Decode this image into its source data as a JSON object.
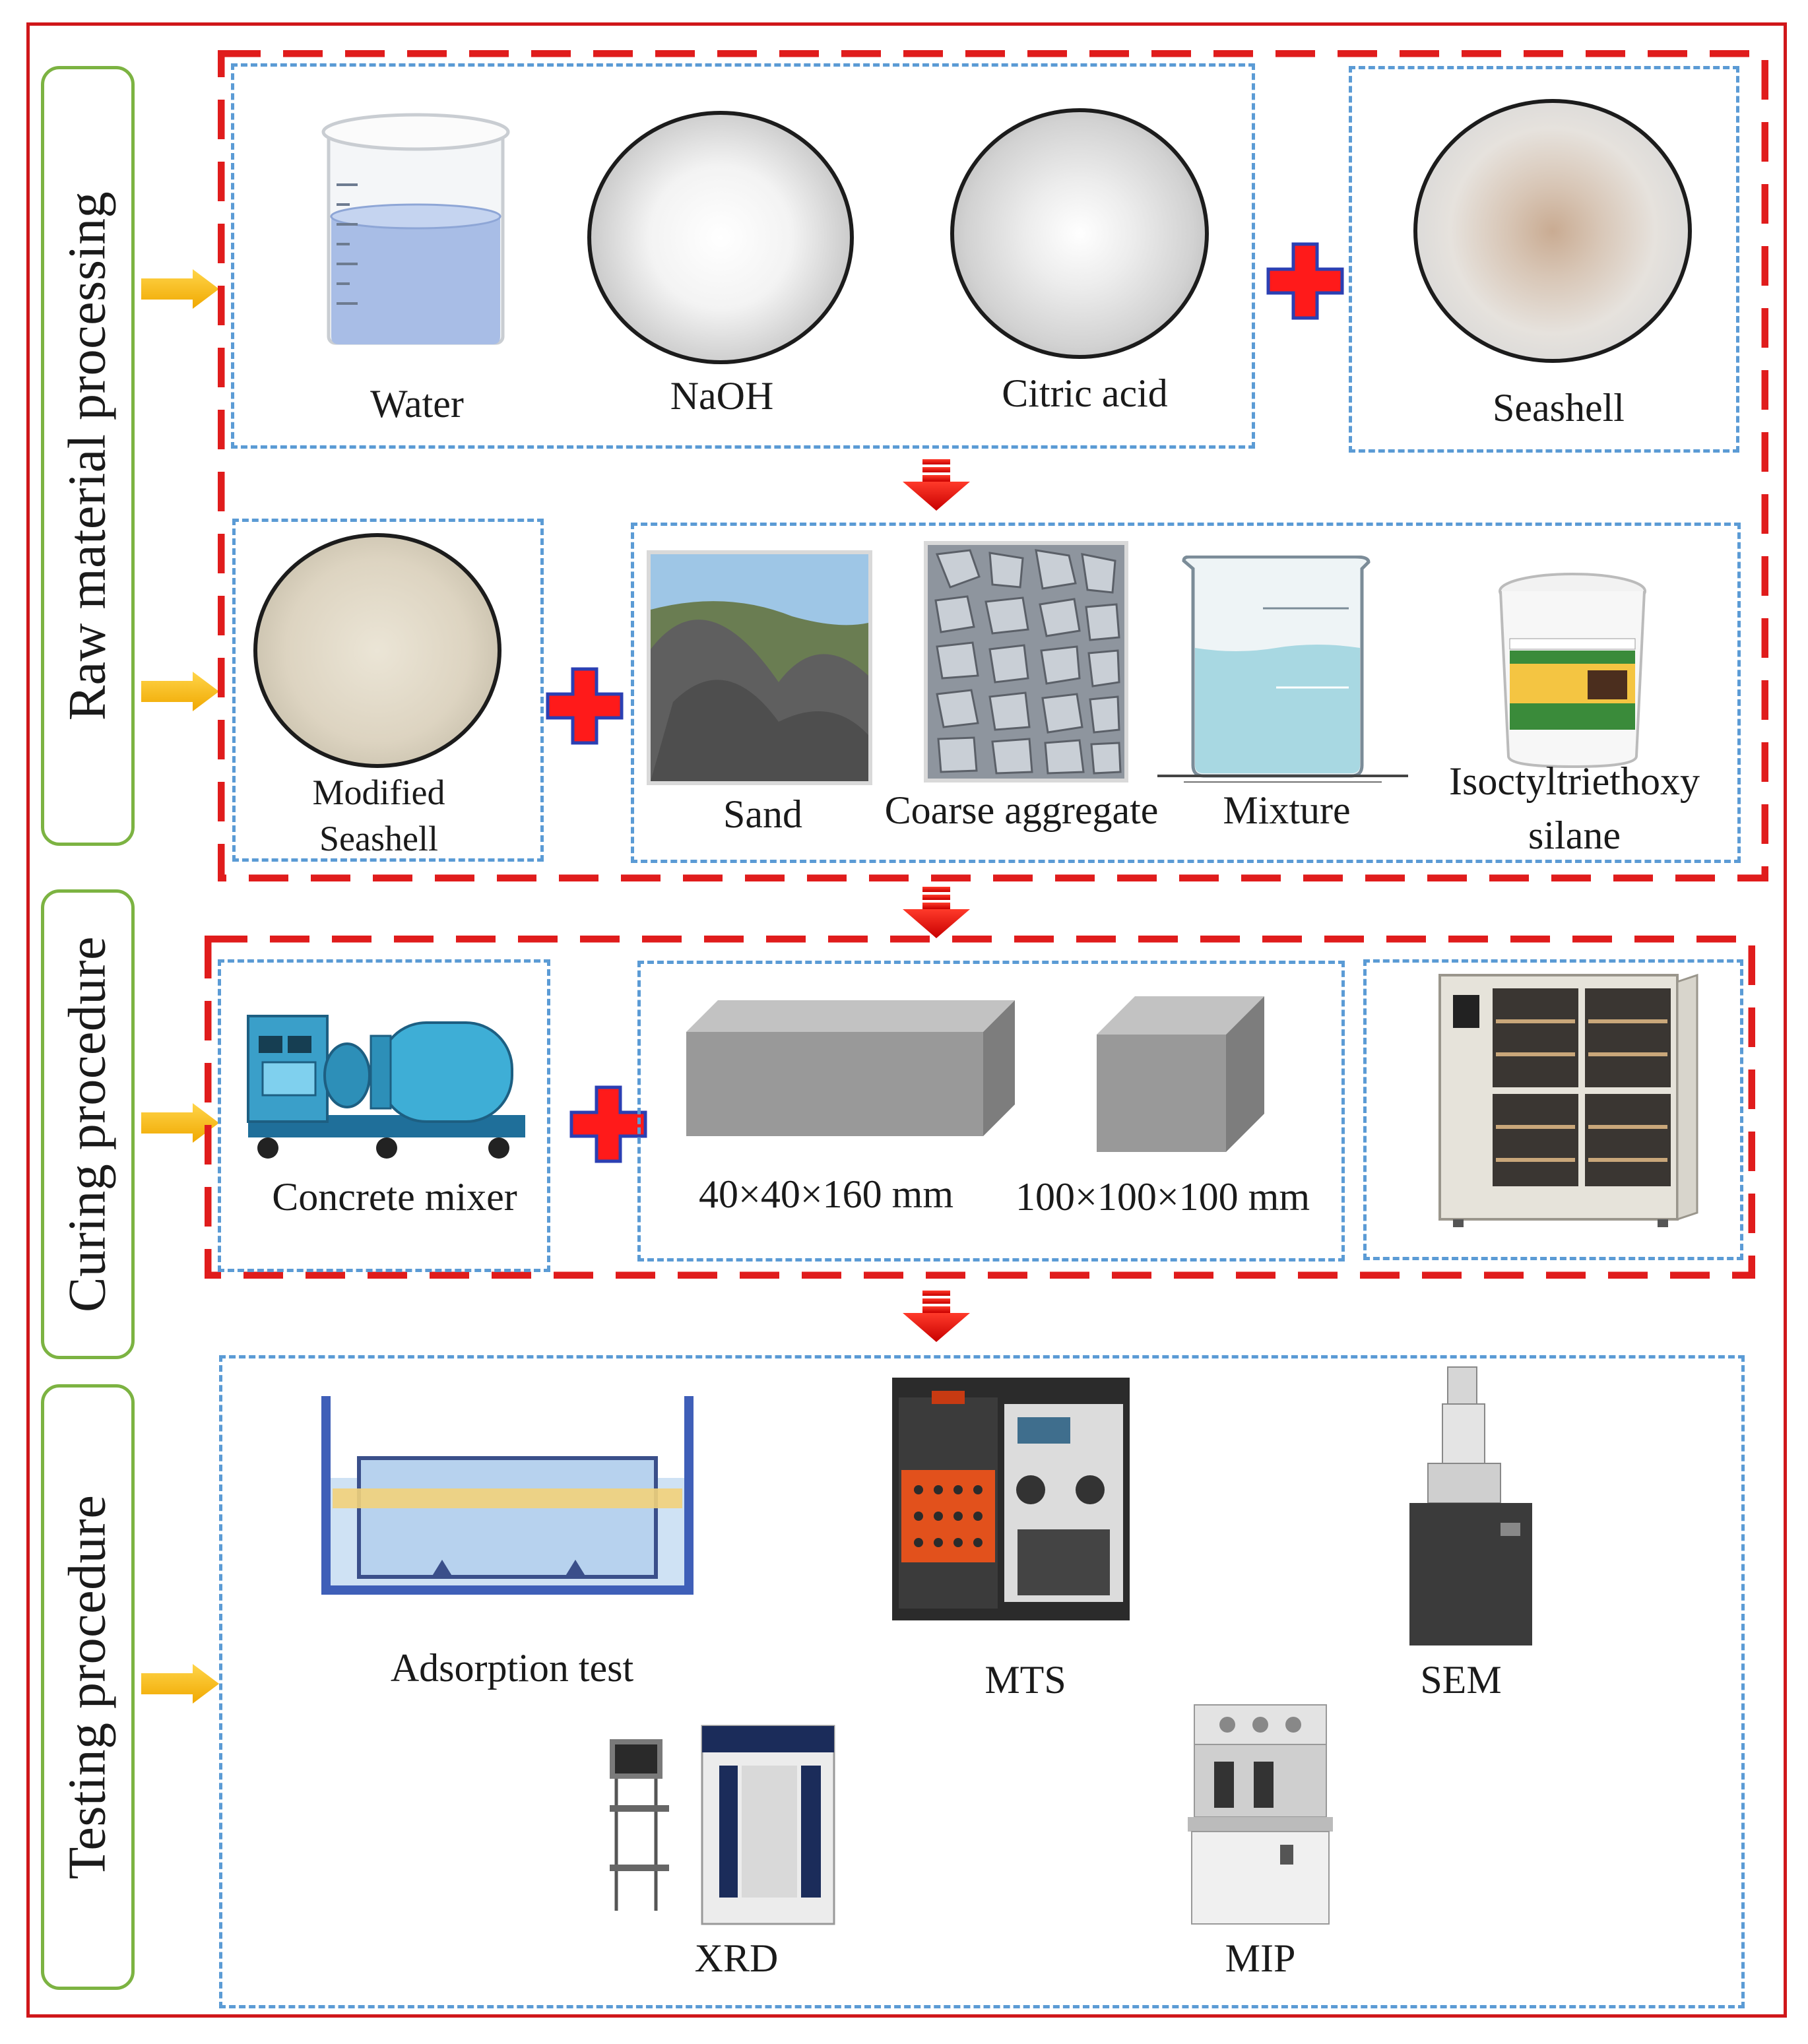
{
  "stages": {
    "raw": "Raw material processing",
    "curing": "Curing procedure",
    "testing": "Testing procedure"
  },
  "raw_materials": {
    "water": "Water",
    "naoh": "NaOH",
    "citric_acid": "Citric acid",
    "seashell": "Seashell"
  },
  "mix_materials": {
    "modified_seashell_1": "Modified",
    "modified_seashell_2": "Seashell",
    "sand": "Sand",
    "coarse_aggregate": "Coarse aggregate",
    "mixture": "Mixture",
    "silane_1": "Isoctyltriethoxy",
    "silane_2": "silane"
  },
  "curing": {
    "mixer": "Concrete mixer",
    "prism": "40×40×160 mm",
    "cube": "100×100×100 mm"
  },
  "testing": {
    "adsorption": "Adsorption test",
    "mts": "MTS",
    "sem": "SEM",
    "xrd": "XRD",
    "mip": "MIP"
  },
  "colors": {
    "red": "#d0171a",
    "blue": "#5b9bd5",
    "green": "#7cb342",
    "yellow": "#f5b400"
  }
}
